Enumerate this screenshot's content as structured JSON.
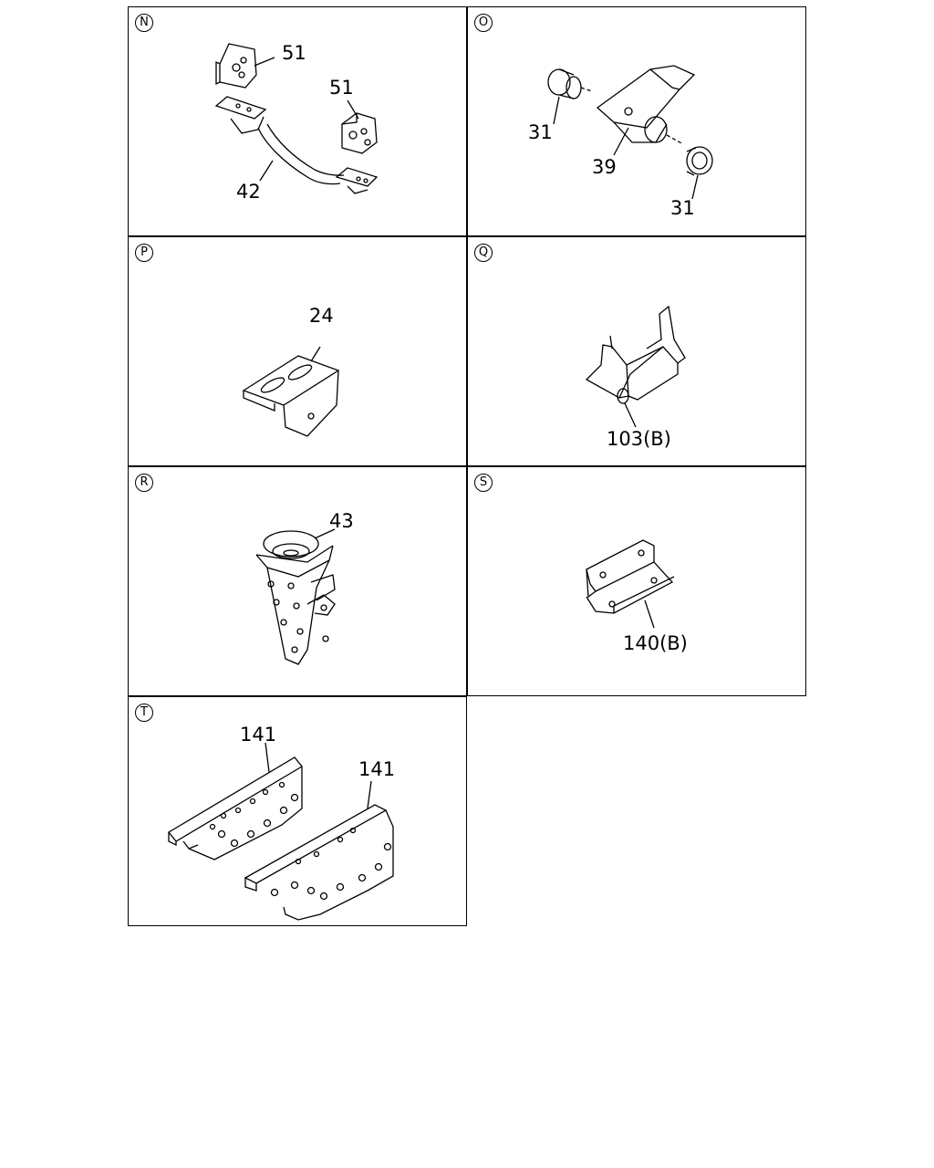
{
  "panels": [
    {
      "id": "N",
      "callouts": [
        "51",
        "51",
        "42"
      ]
    },
    {
      "id": "O",
      "callouts": [
        "31",
        "39",
        "31"
      ]
    },
    {
      "id": "P",
      "callouts": [
        "24"
      ]
    },
    {
      "id": "Q",
      "callouts": [
        "103(B)"
      ]
    },
    {
      "id": "R",
      "callouts": [
        "43"
      ]
    },
    {
      "id": "S",
      "callouts": [
        "140(B)"
      ]
    },
    {
      "id": "T",
      "callouts": [
        "141",
        "141"
      ]
    }
  ]
}
